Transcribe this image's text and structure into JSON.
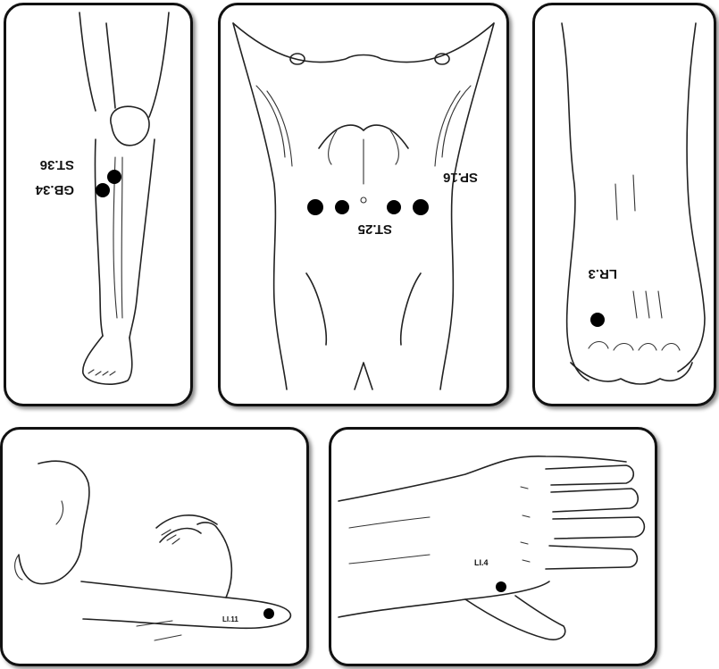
{
  "panels": {
    "leg": {
      "labels": [
        "ST.36",
        "GB.34"
      ]
    },
    "abdomen": {
      "labels": [
        "SP.16",
        "ST.25"
      ]
    },
    "foot": {
      "labels": [
        "LR.3"
      ]
    },
    "arm": {
      "labels": [
        "LI.11"
      ]
    },
    "hand": {
      "labels": [
        "LI.4"
      ]
    }
  }
}
